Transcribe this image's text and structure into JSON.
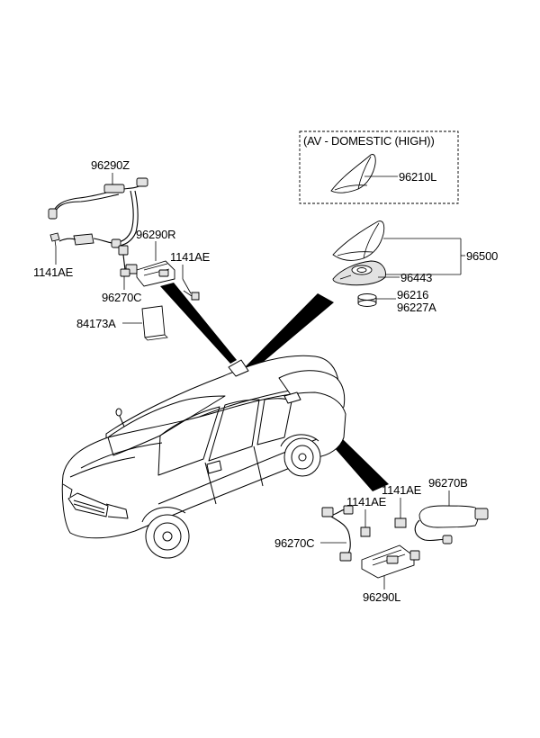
{
  "variant_box": {
    "title": "(AV - DOMESTIC (HIGH))"
  },
  "labels": {
    "p96290Z": "96290Z",
    "p1141AE_a": "1141AE",
    "p96290R": "96290R",
    "p1141AE_b": "1141AE",
    "p96270C_a": "96270C",
    "p84173A": "84173A",
    "p96210L": "96210L",
    "p96500": "96500",
    "p96443": "96443",
    "p96216": "96216",
    "p96227A": "96227A",
    "p1141AE_c": "1141AE",
    "p1141AE_d": "1141AE",
    "p96270B": "96270B",
    "p96270C_b": "96270C",
    "p96290L": "96290L"
  }
}
